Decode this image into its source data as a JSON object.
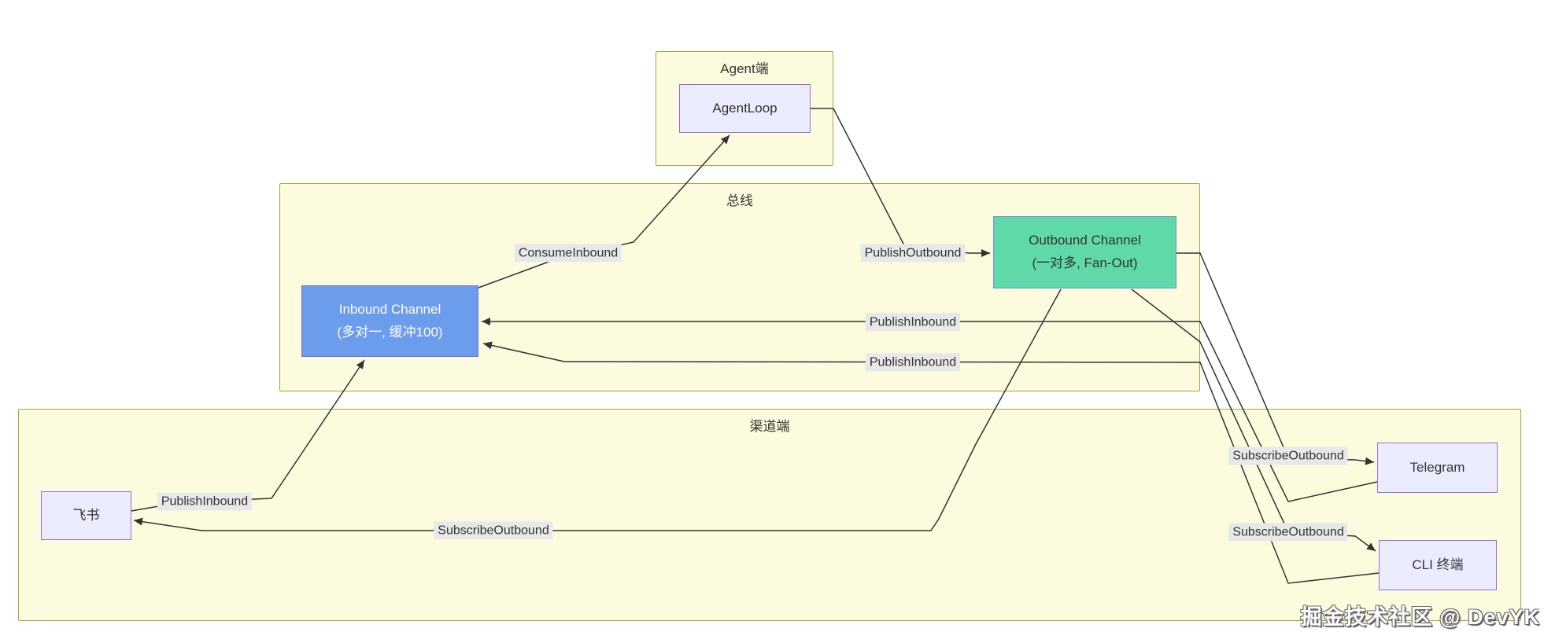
{
  "groups": {
    "agent": {
      "title": "Agent端"
    },
    "bus": {
      "title": "总线"
    },
    "channel": {
      "title": "渠道端"
    }
  },
  "nodes": {
    "agent_loop": {
      "label": "AgentLoop"
    },
    "inbound": {
      "title": "Inbound Channel",
      "subtitle": "(多对一, 缓冲100)"
    },
    "outbound": {
      "title": "Outbound Channel",
      "subtitle": "(一对多, Fan-Out)"
    },
    "feishu": {
      "label": "飞书"
    },
    "telegram": {
      "label": "Telegram"
    },
    "cli": {
      "label": "CLI 终端"
    }
  },
  "edges": {
    "consume_inbound": {
      "label": "ConsumeInbound",
      "from": "inbound",
      "to": "agent_loop"
    },
    "publish_outbound": {
      "label": "PublishOutbound",
      "from": "agent_loop",
      "to": "outbound"
    },
    "telegram_publish_inbound": {
      "label": "PublishInbound",
      "from": "telegram",
      "to": "inbound"
    },
    "cli_publish_inbound": {
      "label": "PublishInbound",
      "from": "cli",
      "to": "inbound"
    },
    "feishu_publish_inbound": {
      "label": "PublishInbound",
      "from": "feishu",
      "to": "inbound"
    },
    "subscribe_outbound_feishu": {
      "label": "SubscribeOutbound",
      "from": "outbound",
      "to": "feishu"
    },
    "subscribe_outbound_telegram": {
      "label": "SubscribeOutbound",
      "from": "outbound",
      "to": "telegram"
    },
    "subscribe_outbound_cli": {
      "label": "SubscribeOutbound",
      "from": "outbound",
      "to": "cli"
    }
  },
  "watermark": "掘金技术社区 @ DevYK",
  "colors": {
    "group_fill": "#fcfbdd",
    "group_border": "#a5a543",
    "node_fill": "#ECECFF",
    "node_border": "#9370DB",
    "inbound_fill": "#6C9CEC",
    "outbound_fill": "#5FD9A8",
    "edge_label_bg": "#e8e8e8",
    "line": "#333333"
  }
}
